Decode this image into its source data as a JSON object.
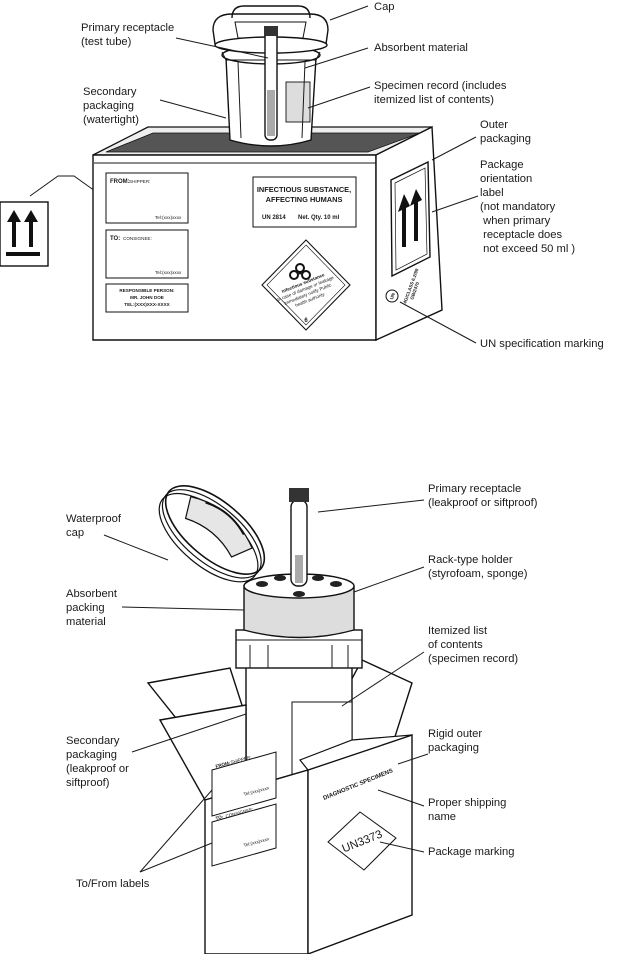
{
  "top_diagram": {
    "labels": {
      "cap": "Cap",
      "primary_receptacle": [
        "Primary receptacle",
        "(test tube)"
      ],
      "absorbent_material": "Absorbent material",
      "specimen_record": [
        "Specimen record (includes",
        "itemized list of contents)"
      ],
      "secondary_packaging": [
        "Secondary",
        "packaging",
        "(watertight)"
      ],
      "outer_packaging": [
        "Outer",
        "packaging"
      ],
      "orientation_label": [
        "Package",
        "orientation",
        "label",
        "(not mandatory",
        " when primary",
        " receptacle does",
        " not exceed 50 ml )"
      ],
      "un_spec_marking": "UN specification marking"
    },
    "box_text": {
      "from_label": "FROM:",
      "from_value": "SHIPPER:",
      "from_tel": "Tel:(xxx)xxxx",
      "to_label": "TO:",
      "to_value": "CONSIGNEE:",
      "to_tel": "Tel:(xxx)xxxx",
      "responsible": [
        "RESPONSIBLE PERSON:",
        "MR. JOHN DOE",
        "TEL:(XXX)XXX-XXXX"
      ],
      "infectious_title": [
        "INFECTIOUS SUBSTANCE,",
        "AFFECTING HUMANS"
      ],
      "un_number": "UN 2814",
      "net_qty": "Net. Qty. 10 ml",
      "diamond_text": [
        "Infectious substance",
        "In case of damage or leakage",
        "Immediately notify Public",
        "health authority"
      ],
      "class_number": "6",
      "side_codes": [
        "4G/CLASS 6.2/99",
        "GB/2470"
      ]
    }
  },
  "bottom_diagram": {
    "labels": {
      "primary_receptacle": [
        "Primary receptacle",
        "(leakproof or siftproof)"
      ],
      "waterproof_cap": [
        "Waterproof",
        "cap"
      ],
      "rack_holder": [
        "Rack-type holder",
        "(styrofoam, sponge)"
      ],
      "absorbent_packing": [
        "Absorbent",
        "packing",
        "material"
      ],
      "itemized_list": [
        "Itemized list",
        "of contents",
        "(specimen record)"
      ],
      "secondary_packaging": [
        "Secondary",
        "packaging",
        "(leakproof or",
        "siftproof)"
      ],
      "rigid_outer": [
        "Rigid outer",
        "packaging"
      ],
      "proper_shipping": [
        "Proper shipping",
        "name"
      ],
      "package_marking": "Package marking",
      "to_from_labels": "To/From labels"
    },
    "box_text": {
      "from_label": "FROM:",
      "from_value": "SHIPPER:",
      "from_tel": "Tel:(xxx)xxxx",
      "to_label": "TO:",
      "to_value": "CONSIGNEE:",
      "to_tel": "Tel:(xxx)xxxx",
      "diagnostic": "DIAGNOSTIC SPECIMENS",
      "un_marking": "UN3373"
    }
  },
  "icons": [
    "orientation-arrows-icon",
    "biohazard-icon",
    "un-symbol-icon"
  ]
}
